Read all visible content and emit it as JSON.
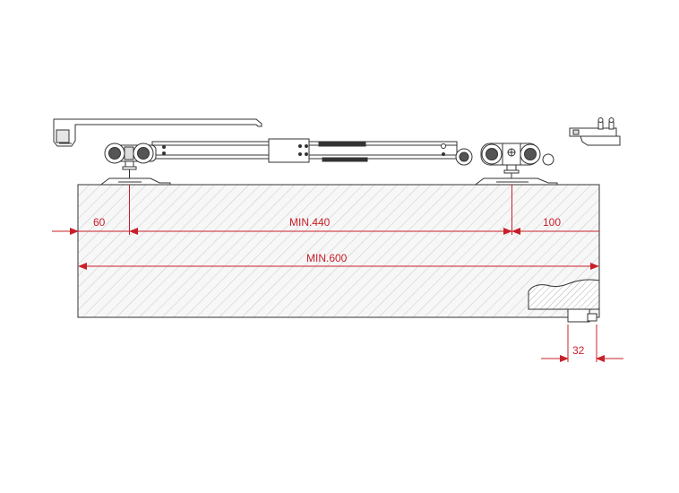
{
  "diagram": {
    "dimension_labels": {
      "left_offset": "60",
      "min_spacing": "MIN.440",
      "right_offset": "100",
      "min_width": "MIN.600",
      "glass_offset": "32"
    },
    "colors": {
      "dimension": "#c8202a",
      "outline": "#333333",
      "hatch": "#c9c9c9",
      "panel_fill": "#f7f7f7"
    }
  }
}
